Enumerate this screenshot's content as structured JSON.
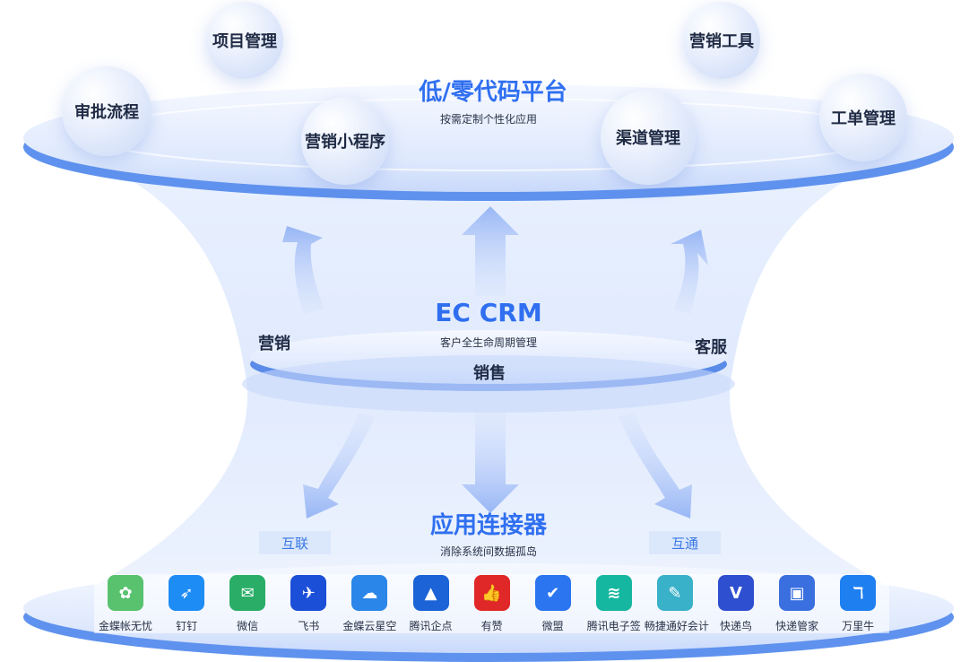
{
  "top_layer": {
    "title": "低/零代码平台",
    "subtitle": "按需定制个性化应用",
    "bubbles": [
      "项目管理",
      "营销工具",
      "审批流程",
      "营销小程序",
      "渠道管理",
      "工单管理"
    ]
  },
  "middle_layer": {
    "title": "EC CRM",
    "subtitle": "客户全生命周期管理",
    "left_label": "营销",
    "right_label": "客服",
    "bottom_label": "销售"
  },
  "bottom_layer": {
    "title": "应用连接器",
    "subtitle": "消除系统间数据孤岛",
    "tag_left": "互联",
    "tag_right": "互通",
    "apps": [
      {
        "label": "金蝶帐无忧",
        "icon": "kingdee-zhangwuyou-icon",
        "color": "#58c26f"
      },
      {
        "label": "钉钉",
        "icon": "dingtalk-icon",
        "color": "#1e8cf5"
      },
      {
        "label": "微信",
        "icon": "wechat-icon",
        "color": "#2aae67"
      },
      {
        "label": "飞书",
        "icon": "feishu-icon",
        "color": "#1c4fd8"
      },
      {
        "label": "金蝶云星空",
        "icon": "kingdee-cloud-icon",
        "color": "#2a86e8"
      },
      {
        "label": "腾讯企点",
        "icon": "tencent-qidian-icon",
        "color": "#1b63d6"
      },
      {
        "label": "有赞",
        "icon": "youzan-icon",
        "color": "#e02828"
      },
      {
        "label": "微盟",
        "icon": "weimob-icon",
        "color": "#2b76f0"
      },
      {
        "label": "腾讯电子签",
        "icon": "tencent-esign-icon",
        "color": "#16b7a0"
      },
      {
        "label": "畅捷通好会计",
        "icon": "chanjet-icon",
        "color": "#39b1c8"
      },
      {
        "label": "快递鸟",
        "icon": "kdniao-icon",
        "color": "#2e4fcf"
      },
      {
        "label": "快递管家",
        "icon": "kuaidi100-icon",
        "color": "#3a6fe0"
      },
      {
        "label": "万里牛",
        "icon": "wanliniu-icon",
        "color": "#1d7ff0"
      }
    ]
  },
  "colors": {
    "accent": "#2f6ff0",
    "disc": "#5b8ff0",
    "tag_bg": "#dbe7fb"
  }
}
